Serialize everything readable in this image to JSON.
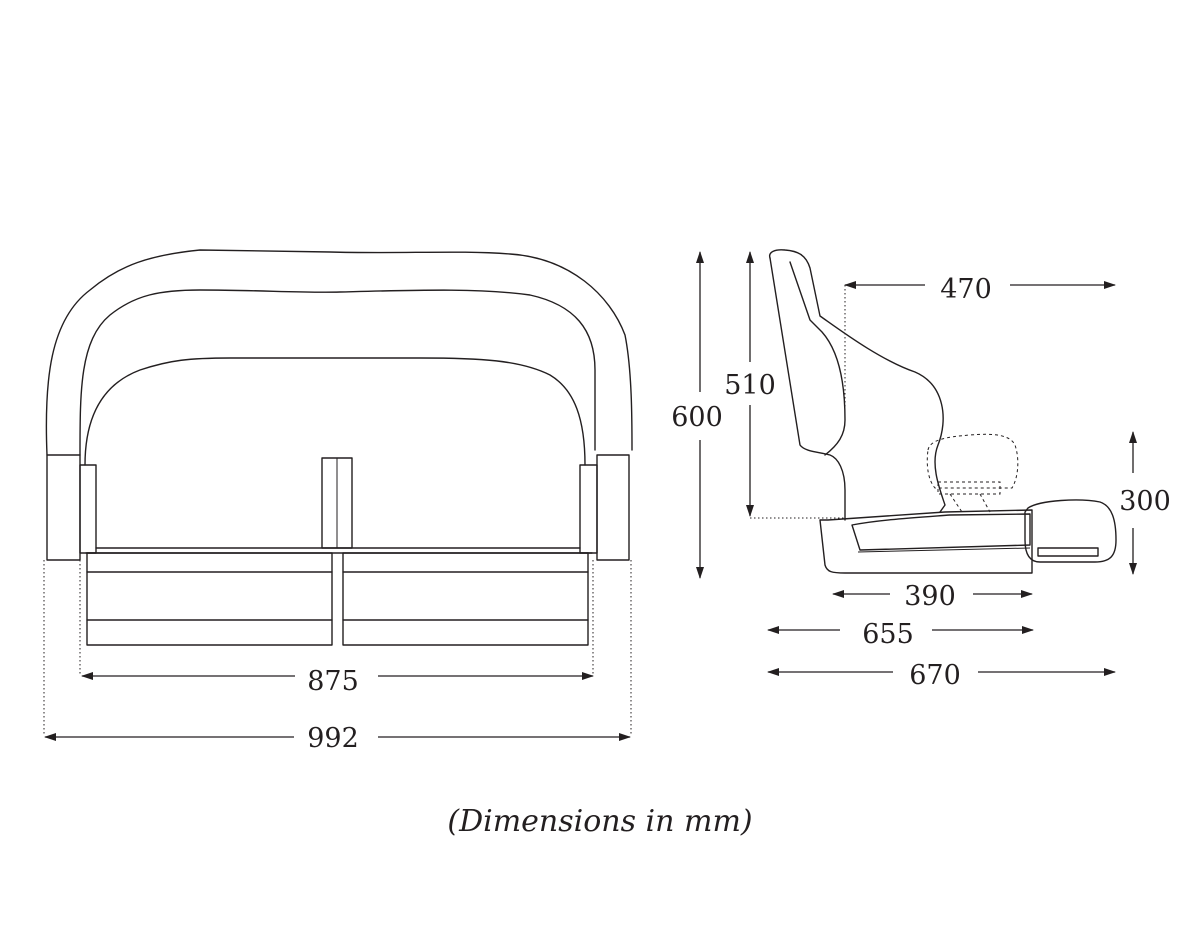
{
  "dimensions": {
    "front_inner_width": "875",
    "front_overall_width": "992",
    "overall_height": "600",
    "backrest_height": "510",
    "backrest_to_front_depth": "470",
    "armrest_height": "300",
    "cushion_depth": "390",
    "base_depth": "655",
    "overall_depth": "670"
  },
  "caption": "(Dimensions in mm)",
  "colors": {
    "ink": "#231f20",
    "background": "#ffffff"
  }
}
